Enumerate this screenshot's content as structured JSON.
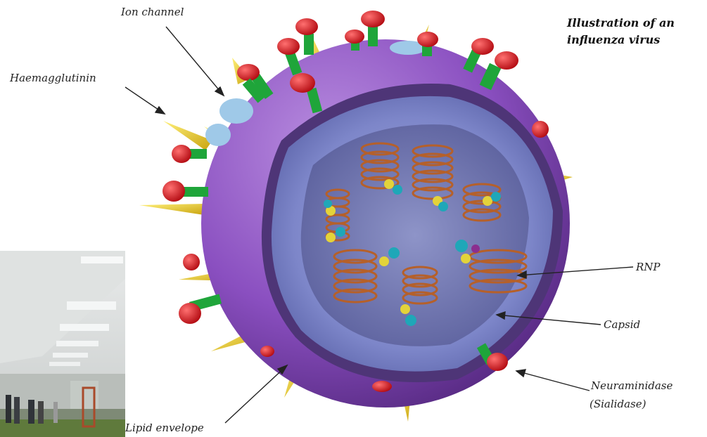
{
  "title": {
    "line1": "Illustration of an",
    "line2": "influenza virus"
  },
  "labels": {
    "ion_channel": "Ion channel",
    "haemagglutinin": "Haemagglutinin",
    "rnp": "RNP",
    "capsid": "Capsid",
    "neuraminidase_1": "Neuraminidase",
    "neuraminidase_2": "(Sialidase)",
    "lipid_envelope": "Lipid envelope"
  },
  "colors": {
    "envelope": "#8a4fc0",
    "capsid_inner": "#7d86c9",
    "rnp_coil": "#b5602a",
    "spike_yellow": "#e6c21c",
    "neuraminidase_head": "#d8121a",
    "neuraminidase_stalk": "#1fa53a",
    "ion_channel": "#9fc9e8"
  }
}
